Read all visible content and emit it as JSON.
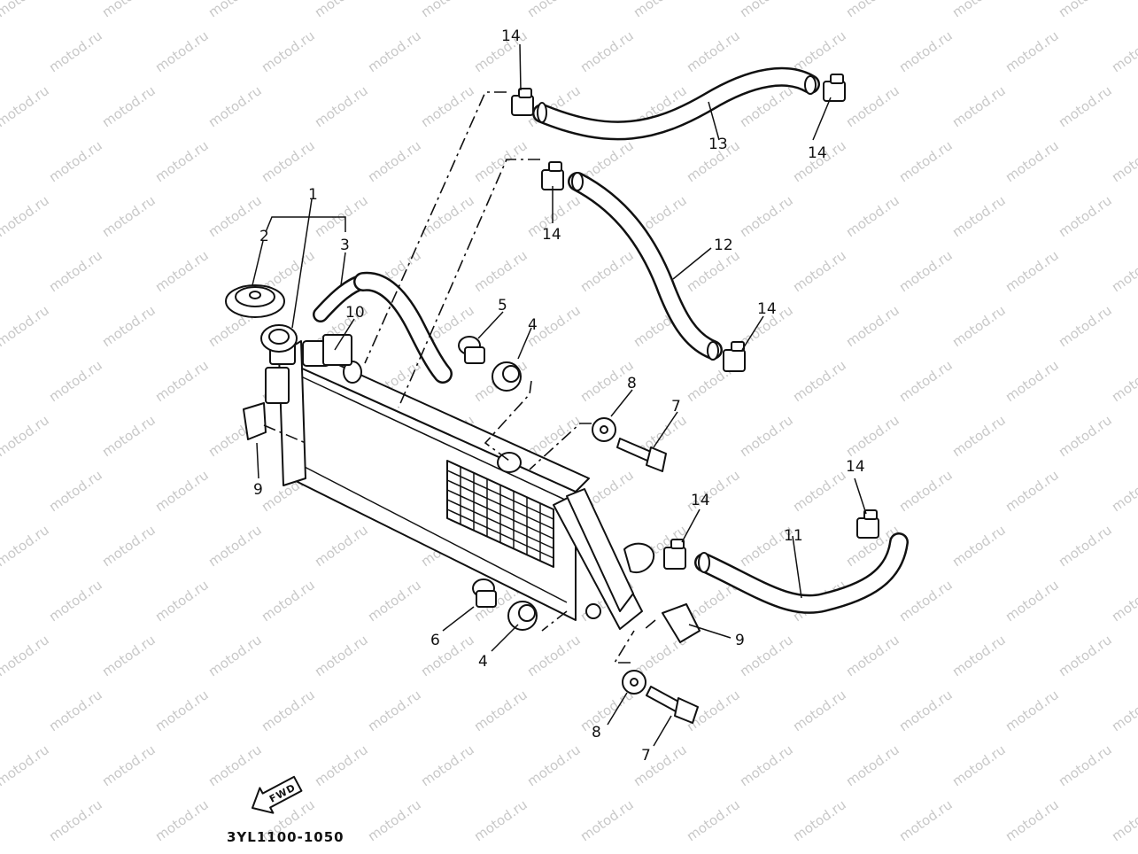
{
  "watermark": "motod.ru",
  "diagram_code": "3YL1100-1050",
  "fwd_label": "FWD",
  "callouts": {
    "c1": "1",
    "c2": "2",
    "c3": "3",
    "c4a": "4",
    "c4b": "4",
    "c5": "5",
    "c6": "6",
    "c7a": "7",
    "c7b": "7",
    "c8a": "8",
    "c8b": "8",
    "c9a": "9",
    "c9b": "9",
    "c10": "10",
    "c11": "11",
    "c12": "12",
    "c13": "13",
    "c14a": "14",
    "c14b": "14",
    "c14c": "14",
    "c14d": "14",
    "c14e": "14",
    "c14f": "14"
  }
}
